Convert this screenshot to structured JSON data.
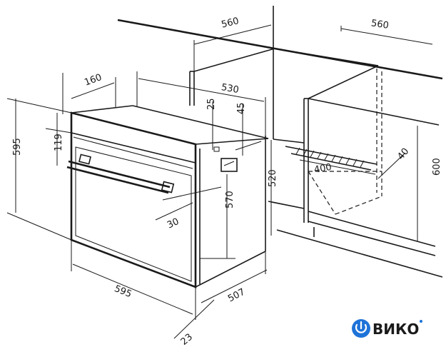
{
  "dimensions": {
    "cabinet_width_top": "560",
    "niche_width_right": "560",
    "oven_depth_top": "530",
    "panel_depth": "160",
    "oven_height": "595",
    "panel_height": "119",
    "top_gap": "25",
    "top_offset": "45",
    "body_height": "570",
    "niche_height_cabinet": "520",
    "vent_width": "400",
    "vent_depth": "40",
    "niche_height_right": "600",
    "handle_offset": "30",
    "oven_width_bottom": "595",
    "body_depth_bottom": "507",
    "front_thickness": "23"
  },
  "logo": {
    "text": "ВИКО",
    "accent_color": "#1e73d8",
    "text_color": "#1a1a1a",
    "icon": "power-icon"
  },
  "colors": {
    "line": "#1a1a1a",
    "background": "#ffffff"
  }
}
